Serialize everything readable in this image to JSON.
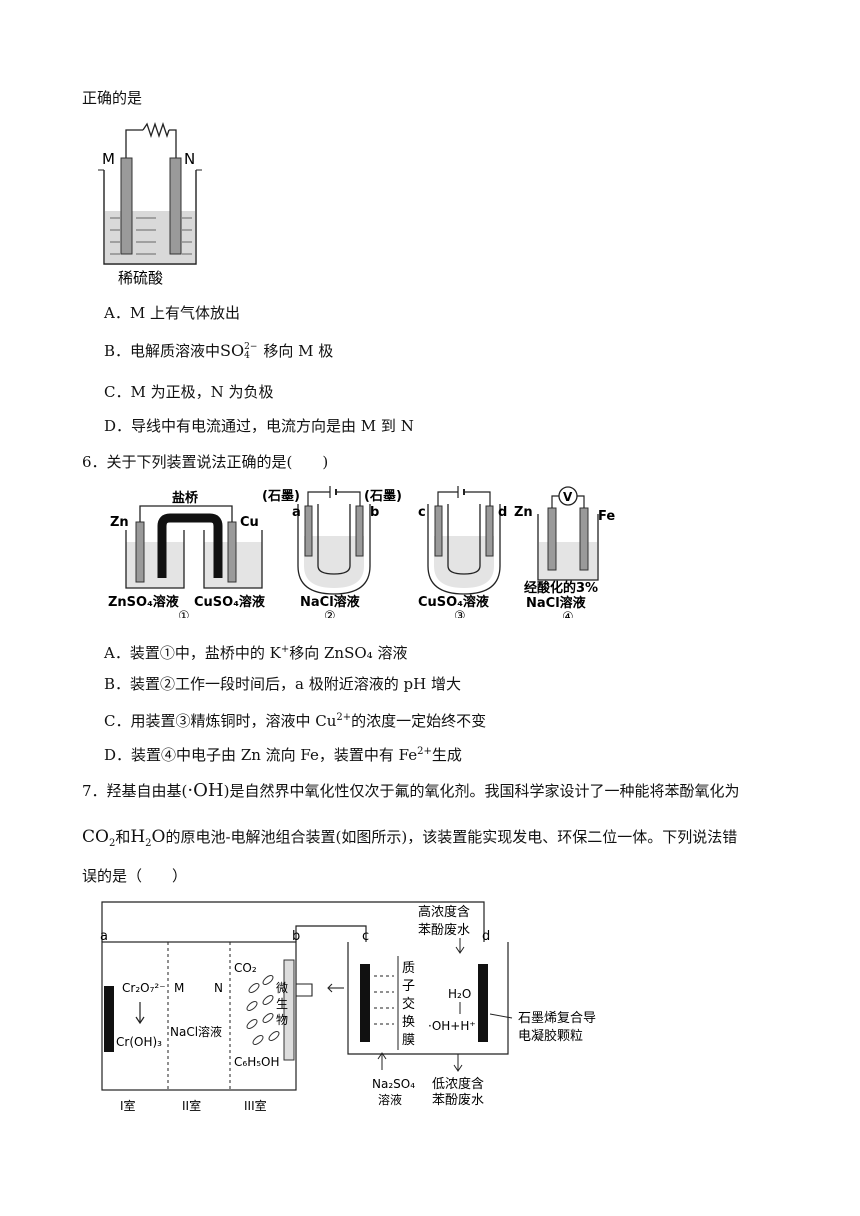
{
  "intro": "正确的是",
  "fig5": {
    "m": "M",
    "n": "N",
    "solution": "稀硫酸"
  },
  "q5opts": {
    "a": "A．M 上有气体放出",
    "b_pre": "B．电解质溶液中",
    "b_ion": "SO",
    "b_sub": "4",
    "b_sup": "2−",
    "b_post": "移向 M 极",
    "c": "C．M 为正极，N 为负极",
    "d": "D．导线中有电流通过，电流方向是由 M 到 N"
  },
  "q6": {
    "stem": "6．关于下列装置说法正确的是(　　)",
    "fig": {
      "d1": {
        "zn": "Zn",
        "bridge": "盐桥",
        "cu": "Cu",
        "sol_left": "ZnSO₄溶液",
        "sol_right": "CuSO₄溶液",
        "num": "①"
      },
      "d2": {
        "g1": "(石墨)",
        "g2": "(石墨)",
        "a": "a",
        "b": "b",
        "sol": "NaCl溶液",
        "num": "②"
      },
      "d3": {
        "c": "c",
        "d": "d",
        "sol": "CuSO₄溶液",
        "num": "③"
      },
      "d4": {
        "v": "V",
        "zn": "Zn",
        "fe": "Fe",
        "sol1": "经酸化的3%",
        "sol2": "NaCl溶液",
        "num": "④"
      }
    },
    "a_pre": "A．装置",
    "a_num": "①",
    "a_mid": "中，盐桥中的 K",
    "a_sup": "+",
    "a_post": "移向 ZnSO₄ 溶液",
    "b_pre": "B．装置",
    "b_num": "②",
    "b_post": "工作一段时间后，a 极附近溶液的 pH 增大",
    "c_pre": "C．用装置",
    "c_num": "③",
    "c_mid": "精炼铜时，溶液中 Cu",
    "c_sup": "2+",
    "c_post": "的浓度一定始终不变",
    "d_pre": "D．装置",
    "d_num": "④",
    "d_mid": "中电子由 Zn 流向 Fe，装置中有 Fe",
    "d_sup": "2+",
    "d_post": "生成"
  },
  "q7": {
    "l1_pre": "7．羟基自由基(",
    "l1_oh": "·OH",
    "l1_post": ")是自然界中氧化性仅次于氟的氧化剂。我国科学家设计了一种能将苯酚氧化为",
    "l2_co": "CO",
    "l2_co_sub": "2",
    "l2_and": "和",
    "l2_h": "H",
    "l2_h_sub": "2",
    "l2_o": "O",
    "l2_post": "的原电池-电解池组合装置(如图所示)，该装置能实现发电、环保二位一体。下列说法错",
    "l3": "误的是（　　）",
    "fig": {
      "a": "a",
      "b": "b",
      "c": "c",
      "d": "d",
      "cr2o7": "Cr₂O₇²⁻",
      "croh3": "Cr(OH)₃",
      "m": "M",
      "n": "N",
      "nacl": "NaCl溶液",
      "co2": "CO₂",
      "micro1": "微",
      "micro2": "生",
      "micro3": "物",
      "phenol": "C₆H₅OH",
      "room1": "I室",
      "room2": "II室",
      "room3": "III室",
      "high1": "高浓度含",
      "high2": "苯酚废水",
      "mem1": "质",
      "mem2": "子",
      "mem3": "交",
      "mem4": "换",
      "mem5": "膜",
      "h2o": "H₂O",
      "ohh": "·OH+H⁺",
      "gr1": "石墨烯复合导",
      "gr2": "电凝胶颗粒",
      "na2so4_1": "Na₂SO₄",
      "na2so4_2": "溶液",
      "low1": "低浓度含",
      "low2": "苯酚废水"
    }
  }
}
